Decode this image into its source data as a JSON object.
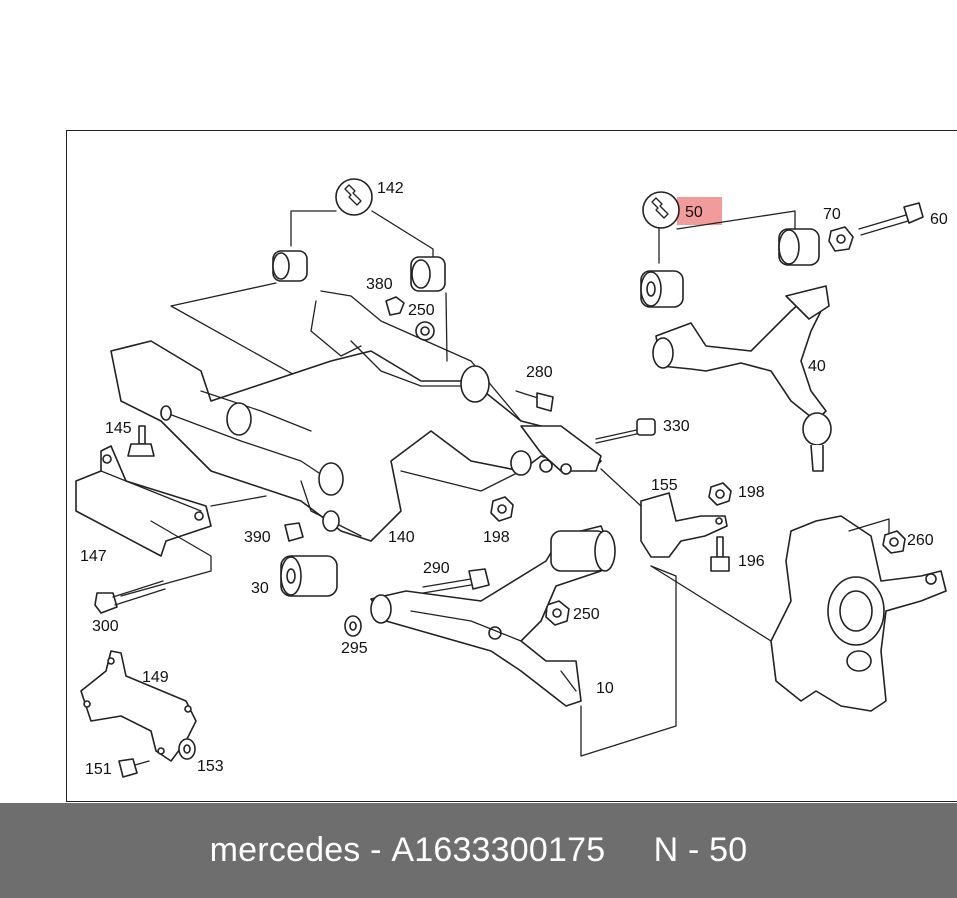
{
  "diagram": {
    "highlight_callout": "50",
    "part_labels": {
      "p142": "142",
      "p380": "380",
      "p250a": "250",
      "p280": "280",
      "p145": "145",
      "p330": "330",
      "p155": "155",
      "p198a": "198",
      "p198b": "198",
      "p196": "196",
      "p260": "260",
      "p70": "70",
      "p60": "60",
      "p40": "40",
      "p147": "147",
      "p390": "390",
      "p140": "140",
      "p30": "30",
      "p290": "290",
      "p250b": "250",
      "p300": "300",
      "p295": "295",
      "p10": "10",
      "p149": "149",
      "p151": "151",
      "p153": "153"
    },
    "icons": [
      "wrench-icon",
      "wrench-icon"
    ],
    "colors": {
      "highlight": "#f08a8a",
      "footer_bg": "#6e6e6e",
      "footer_text": "#ffffff"
    }
  },
  "footer": {
    "brand": "mercedes",
    "sep1": " - ",
    "part_number": "A1633300175",
    "gap": "     ",
    "ref": "N - 50"
  }
}
